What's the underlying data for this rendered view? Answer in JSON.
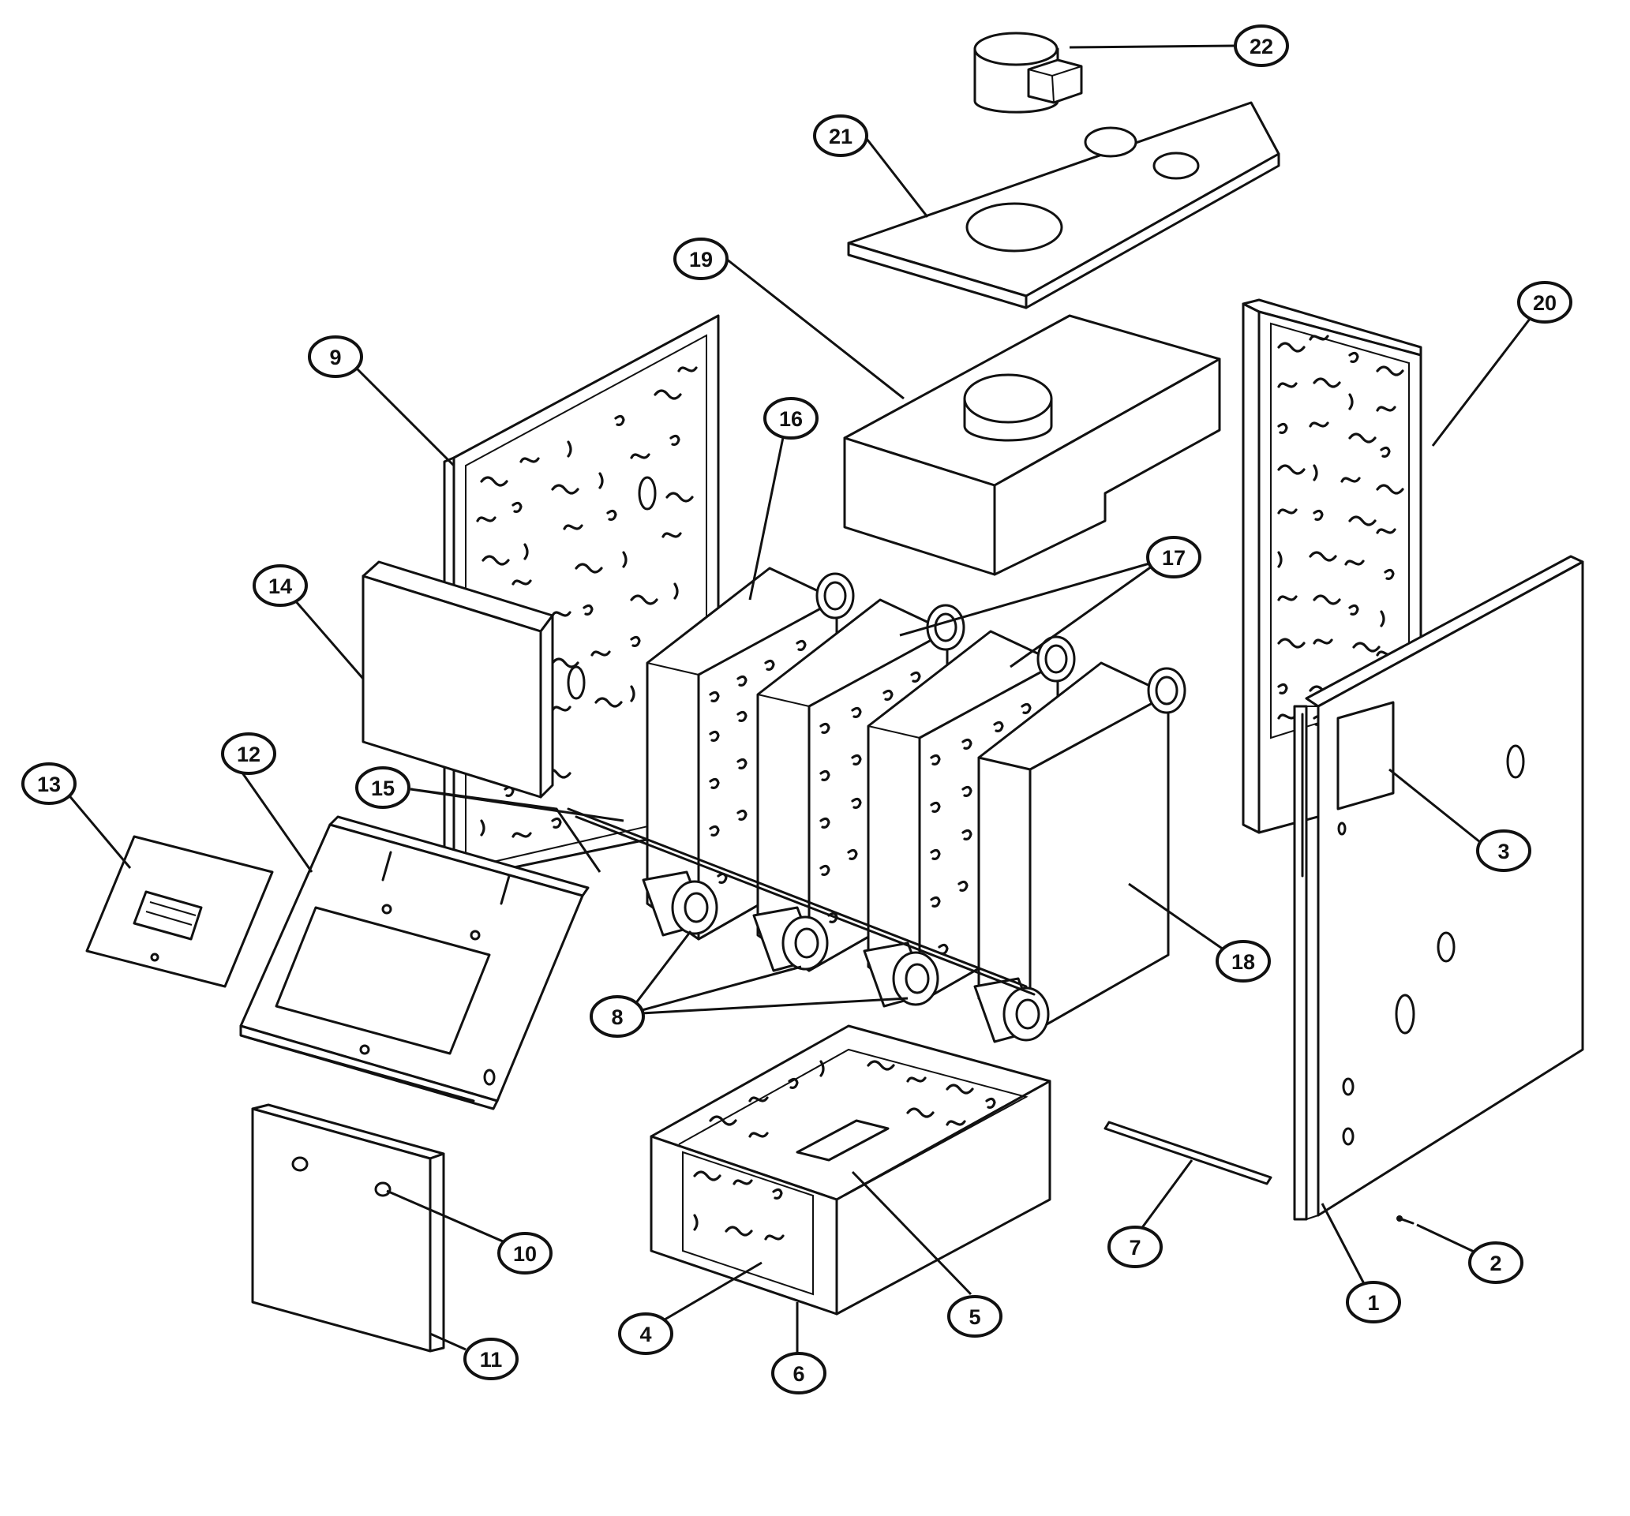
{
  "diagram": {
    "type": "exploded-parts-view",
    "callouts": [
      {
        "label": "1",
        "part": "right-side-panel"
      },
      {
        "label": "2",
        "part": "screw"
      },
      {
        "label": "3",
        "part": "side-panel-label-plate"
      },
      {
        "label": "4",
        "part": "base-insulation"
      },
      {
        "label": "5",
        "part": "base-bracket"
      },
      {
        "label": "6",
        "part": "base-assembly"
      },
      {
        "label": "7",
        "part": "tie-rod"
      },
      {
        "label": "8",
        "part": "nipples"
      },
      {
        "label": "9",
        "part": "rear-insulated-panel"
      },
      {
        "label": "10",
        "part": "door-fastener"
      },
      {
        "label": "11",
        "part": "lower-front-door"
      },
      {
        "label": "12",
        "part": "upper-front-panel"
      },
      {
        "label": "13",
        "part": "rating-plate"
      },
      {
        "label": "14",
        "part": "jacket-cover-plate"
      },
      {
        "label": "15",
        "part": "tie-rods"
      },
      {
        "label": "16",
        "part": "end-section-rear"
      },
      {
        "label": "17",
        "part": "intermediate-sections"
      },
      {
        "label": "18",
        "part": "end-section-front"
      },
      {
        "label": "19",
        "part": "flue-collector-hood"
      },
      {
        "label": "20",
        "part": "left-insulated-panel"
      },
      {
        "label": "21",
        "part": "top-panel"
      },
      {
        "label": "22",
        "part": "draft-hood-motor"
      }
    ]
  }
}
